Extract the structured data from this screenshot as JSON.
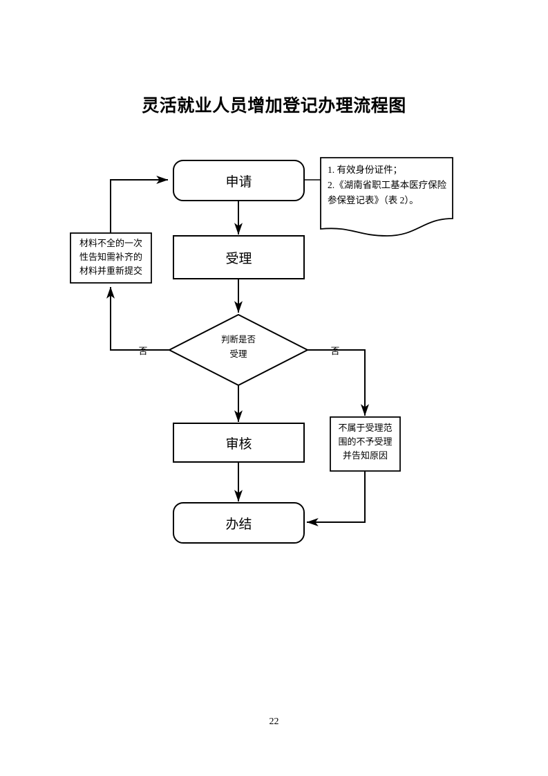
{
  "document": {
    "title": "灵活就业人员增加登记办理流程图",
    "page_number": "22"
  },
  "flowchart": {
    "nodes": {
      "apply": {
        "label": "申请",
        "shape": "rounded-rect"
      },
      "accept": {
        "label": "受理",
        "shape": "rect"
      },
      "decision": {
        "line1": "判断是否",
        "line2": "受理",
        "shape": "diamond"
      },
      "review": {
        "label": "审核",
        "shape": "rect"
      },
      "complete": {
        "label": "办结",
        "shape": "rounded-rect"
      },
      "incomplete_materials": {
        "line1": "材料不全的一次",
        "line2": "性告知需补齐的",
        "line3": "材料并重新提交",
        "shape": "rect"
      },
      "out_of_scope": {
        "line1": "不属于受理范",
        "line2": "围的不予受理",
        "line3": "并告知原因",
        "shape": "rect"
      },
      "requirements_note": {
        "line1": "1. 有效身份证件；",
        "line2": "2.《湖南省职工基本医疗保险",
        "line3": "参保登记表》（表 2）。",
        "shape": "document"
      }
    },
    "edge_labels": {
      "left_no": "否",
      "right_no": "否"
    },
    "colors": {
      "stroke": "#000000",
      "fill": "#ffffff",
      "text": "#000000"
    }
  }
}
